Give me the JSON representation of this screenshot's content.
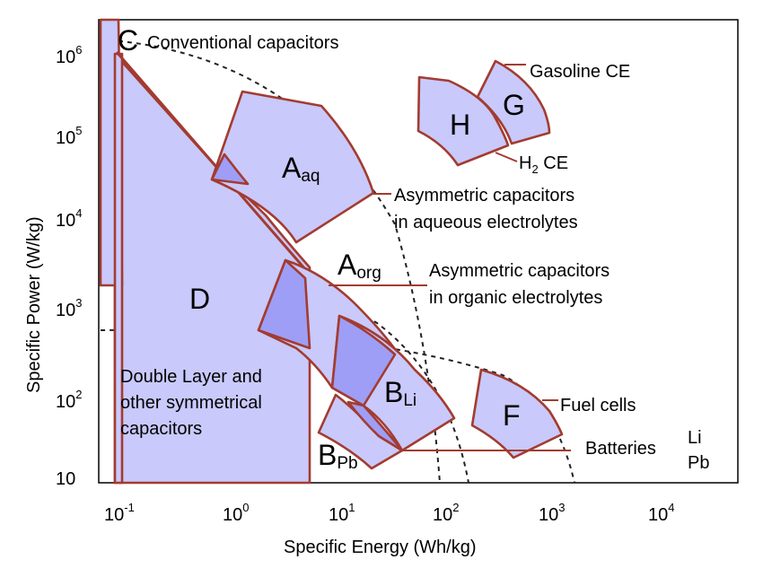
{
  "axes": {
    "x_label": "Specific Energy (Wh/kg)",
    "y_label": "Specific Power (W/kg)",
    "x_ticks": [
      {
        "base": "10",
        "exp": "-1"
      },
      {
        "base": "10",
        "exp": "0"
      },
      {
        "base": "10",
        "exp": "1"
      },
      {
        "base": "10",
        "exp": "2"
      },
      {
        "base": "10",
        "exp": "3"
      },
      {
        "base": "10",
        "exp": "4"
      }
    ],
    "y_ticks": [
      {
        "base": "10",
        "exp": "6"
      },
      {
        "base": "10",
        "exp": "5"
      },
      {
        "base": "10",
        "exp": "4"
      },
      {
        "base": "10",
        "exp": "3"
      },
      {
        "base": "10",
        "exp": "2"
      },
      {
        "base": "10",
        "exp": ""
      }
    ]
  },
  "regions": {
    "c": {
      "letter": "C"
    },
    "d": {
      "letter": "D"
    },
    "a_aq": {
      "letter": "A",
      "sub": "aq"
    },
    "a_org": {
      "letter": "A",
      "sub": "org"
    },
    "b_li": {
      "letter": "B",
      "sub": "Li"
    },
    "b_pb": {
      "letter": "B",
      "sub": "Pb"
    },
    "f": {
      "letter": "F"
    },
    "g": {
      "letter": "G"
    },
    "h": {
      "letter": "H"
    }
  },
  "annotations": {
    "conventional": "Conventional capacitors",
    "gasoline": "Gasoline CE",
    "h2_base": "H",
    "h2_sub": "2",
    "h2_rest": " CE",
    "asym_aq_1": "Asymmetric capacitors",
    "asym_aq_2": "in aqueous electrolytes",
    "asym_org_1": "Asymmetric capacitors",
    "asym_org_2": "in organic electrolytes",
    "double_layer_1": "Double Layer and",
    "double_layer_2": "other symmetrical",
    "double_layer_3": "capacitors",
    "fuel_cells": "Fuel cells",
    "batteries": "Batteries",
    "batteries_li": "Li",
    "batteries_pb": "Pb"
  }
}
